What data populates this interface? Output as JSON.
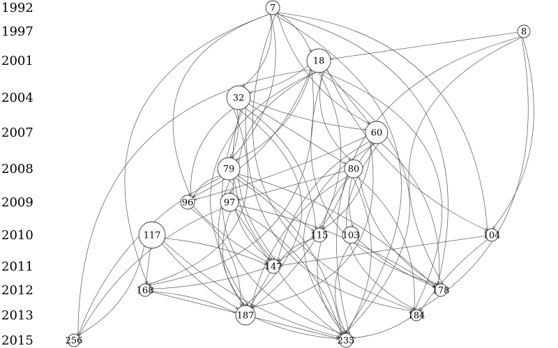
{
  "years": [
    "1992",
    "1997",
    "2001",
    "2004",
    "2007",
    "2008",
    "2009",
    "2010",
    "2011",
    "2012",
    "2013",
    "2015"
  ],
  "nodes": [
    {
      "id": "7",
      "year": "1992"
    },
    {
      "id": "8",
      "year": "1997"
    },
    {
      "id": "18",
      "year": "2001"
    },
    {
      "id": "32",
      "year": "2004"
    },
    {
      "id": "60",
      "year": "2007"
    },
    {
      "id": "79",
      "year": "2008"
    },
    {
      "id": "80",
      "year": "2008"
    },
    {
      "id": "96",
      "year": "2009"
    },
    {
      "id": "97",
      "year": "2009"
    },
    {
      "id": "117",
      "year": "2010"
    },
    {
      "id": "115",
      "year": "2010"
    },
    {
      "id": "103",
      "year": "2010"
    },
    {
      "id": "104",
      "year": "2010"
    },
    {
      "id": "147",
      "year": "2011"
    },
    {
      "id": "168",
      "year": "2012"
    },
    {
      "id": "178",
      "year": "2012"
    },
    {
      "id": "187",
      "year": "2013"
    },
    {
      "id": "184",
      "year": "2013"
    },
    {
      "id": "256",
      "year": "2015"
    },
    {
      "id": "235",
      "year": "2015"
    }
  ],
  "edges": [
    [
      "7",
      "18"
    ],
    [
      "7",
      "32"
    ],
    [
      "7",
      "60"
    ],
    [
      "7",
      "79"
    ],
    [
      "7",
      "96"
    ],
    [
      "7",
      "104"
    ],
    [
      "7",
      "168"
    ],
    [
      "7",
      "178"
    ],
    [
      "7",
      "184"
    ],
    [
      "7",
      "235"
    ],
    [
      "8",
      "18"
    ],
    [
      "8",
      "104"
    ],
    [
      "8",
      "178"
    ],
    [
      "8",
      "184"
    ],
    [
      "8",
      "235"
    ],
    [
      "18",
      "32"
    ],
    [
      "18",
      "60"
    ],
    [
      "18",
      "79"
    ],
    [
      "18",
      "80"
    ],
    [
      "18",
      "96"
    ],
    [
      "18",
      "104"
    ],
    [
      "18",
      "115"
    ],
    [
      "18",
      "147"
    ],
    [
      "18",
      "168"
    ],
    [
      "18",
      "178"
    ],
    [
      "18",
      "184"
    ],
    [
      "18",
      "187"
    ],
    [
      "18",
      "235"
    ],
    [
      "18",
      "256"
    ],
    [
      "32",
      "60"
    ],
    [
      "32",
      "79"
    ],
    [
      "32",
      "80"
    ],
    [
      "32",
      "96"
    ],
    [
      "32",
      "115"
    ],
    [
      "32",
      "147"
    ],
    [
      "32",
      "168"
    ],
    [
      "32",
      "184"
    ],
    [
      "32",
      "187"
    ],
    [
      "32",
      "235"
    ],
    [
      "60",
      "96"
    ],
    [
      "60",
      "103"
    ],
    [
      "60",
      "115"
    ],
    [
      "60",
      "147"
    ],
    [
      "60",
      "178"
    ],
    [
      "60",
      "184"
    ],
    [
      "60",
      "187"
    ],
    [
      "60",
      "235"
    ],
    [
      "79",
      "96"
    ],
    [
      "79",
      "97"
    ],
    [
      "79",
      "115"
    ],
    [
      "79",
      "147"
    ],
    [
      "79",
      "178"
    ],
    [
      "79",
      "187"
    ],
    [
      "79",
      "235"
    ],
    [
      "79",
      "256"
    ],
    [
      "80",
      "97"
    ],
    [
      "80",
      "115"
    ],
    [
      "80",
      "147"
    ],
    [
      "80",
      "178"
    ],
    [
      "80",
      "184"
    ],
    [
      "80",
      "187"
    ],
    [
      "80",
      "235"
    ],
    [
      "96",
      "147"
    ],
    [
      "96",
      "187"
    ],
    [
      "97",
      "147"
    ],
    [
      "97",
      "178"
    ],
    [
      "97",
      "187"
    ],
    [
      "97",
      "235"
    ],
    [
      "97",
      "256"
    ],
    [
      "117",
      "147"
    ],
    [
      "117",
      "168"
    ],
    [
      "117",
      "187"
    ],
    [
      "117",
      "235"
    ],
    [
      "117",
      "256"
    ],
    [
      "115",
      "147"
    ],
    [
      "115",
      "187"
    ],
    [
      "115",
      "235"
    ],
    [
      "103",
      "178"
    ],
    [
      "103",
      "235"
    ],
    [
      "104",
      "147"
    ],
    [
      "104",
      "184"
    ],
    [
      "147",
      "168"
    ],
    [
      "147",
      "187"
    ],
    [
      "147",
      "235"
    ],
    [
      "168",
      "187"
    ],
    [
      "168",
      "235"
    ],
    [
      "187",
      "235"
    ],
    [
      "184",
      "235"
    ]
  ]
}
